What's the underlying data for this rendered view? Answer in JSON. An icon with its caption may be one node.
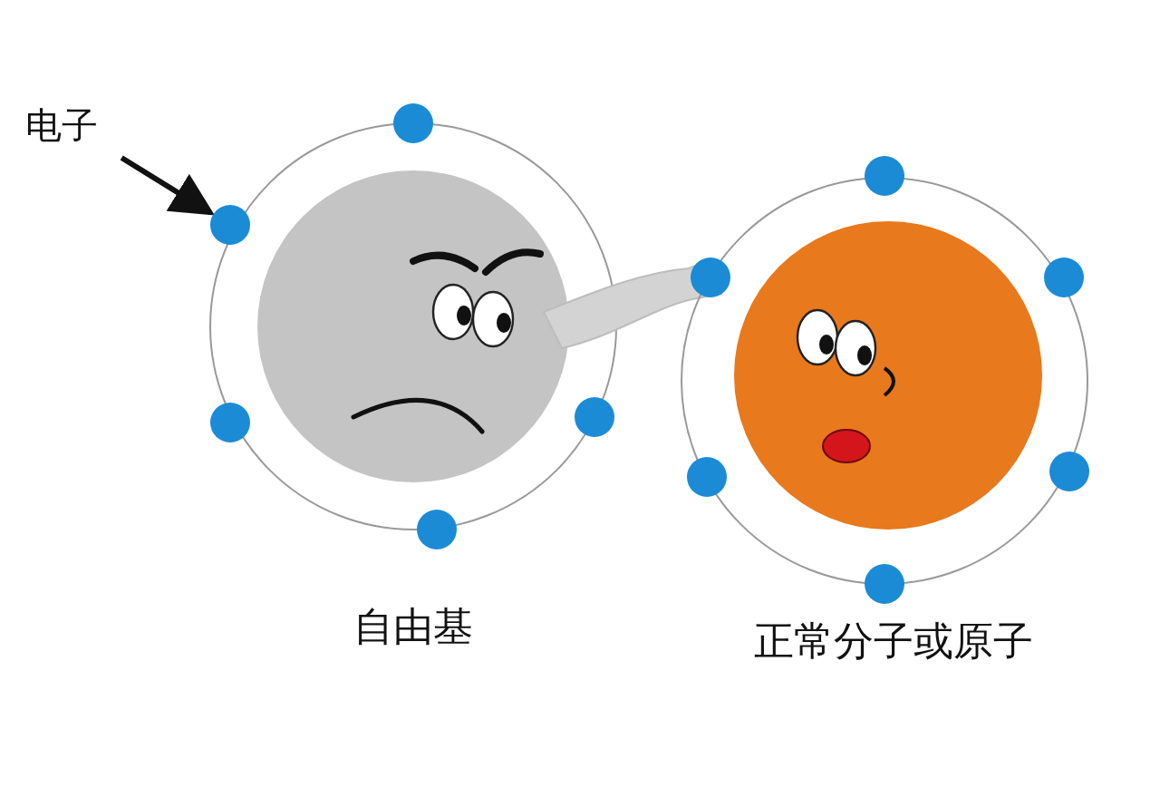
{
  "diagram": {
    "nodes": [
      {
        "text": [
          "电子"
        ]
      },
      {
        "text": [],
        "shape": "circle"
      }
    ],
    "edges": [
      {
        "from": 0,
        "to": 1,
        "arrow": "to"
      }
    ],
    "labels": [
      "自由基",
      "正常分子或原子"
    ]
  }
}
